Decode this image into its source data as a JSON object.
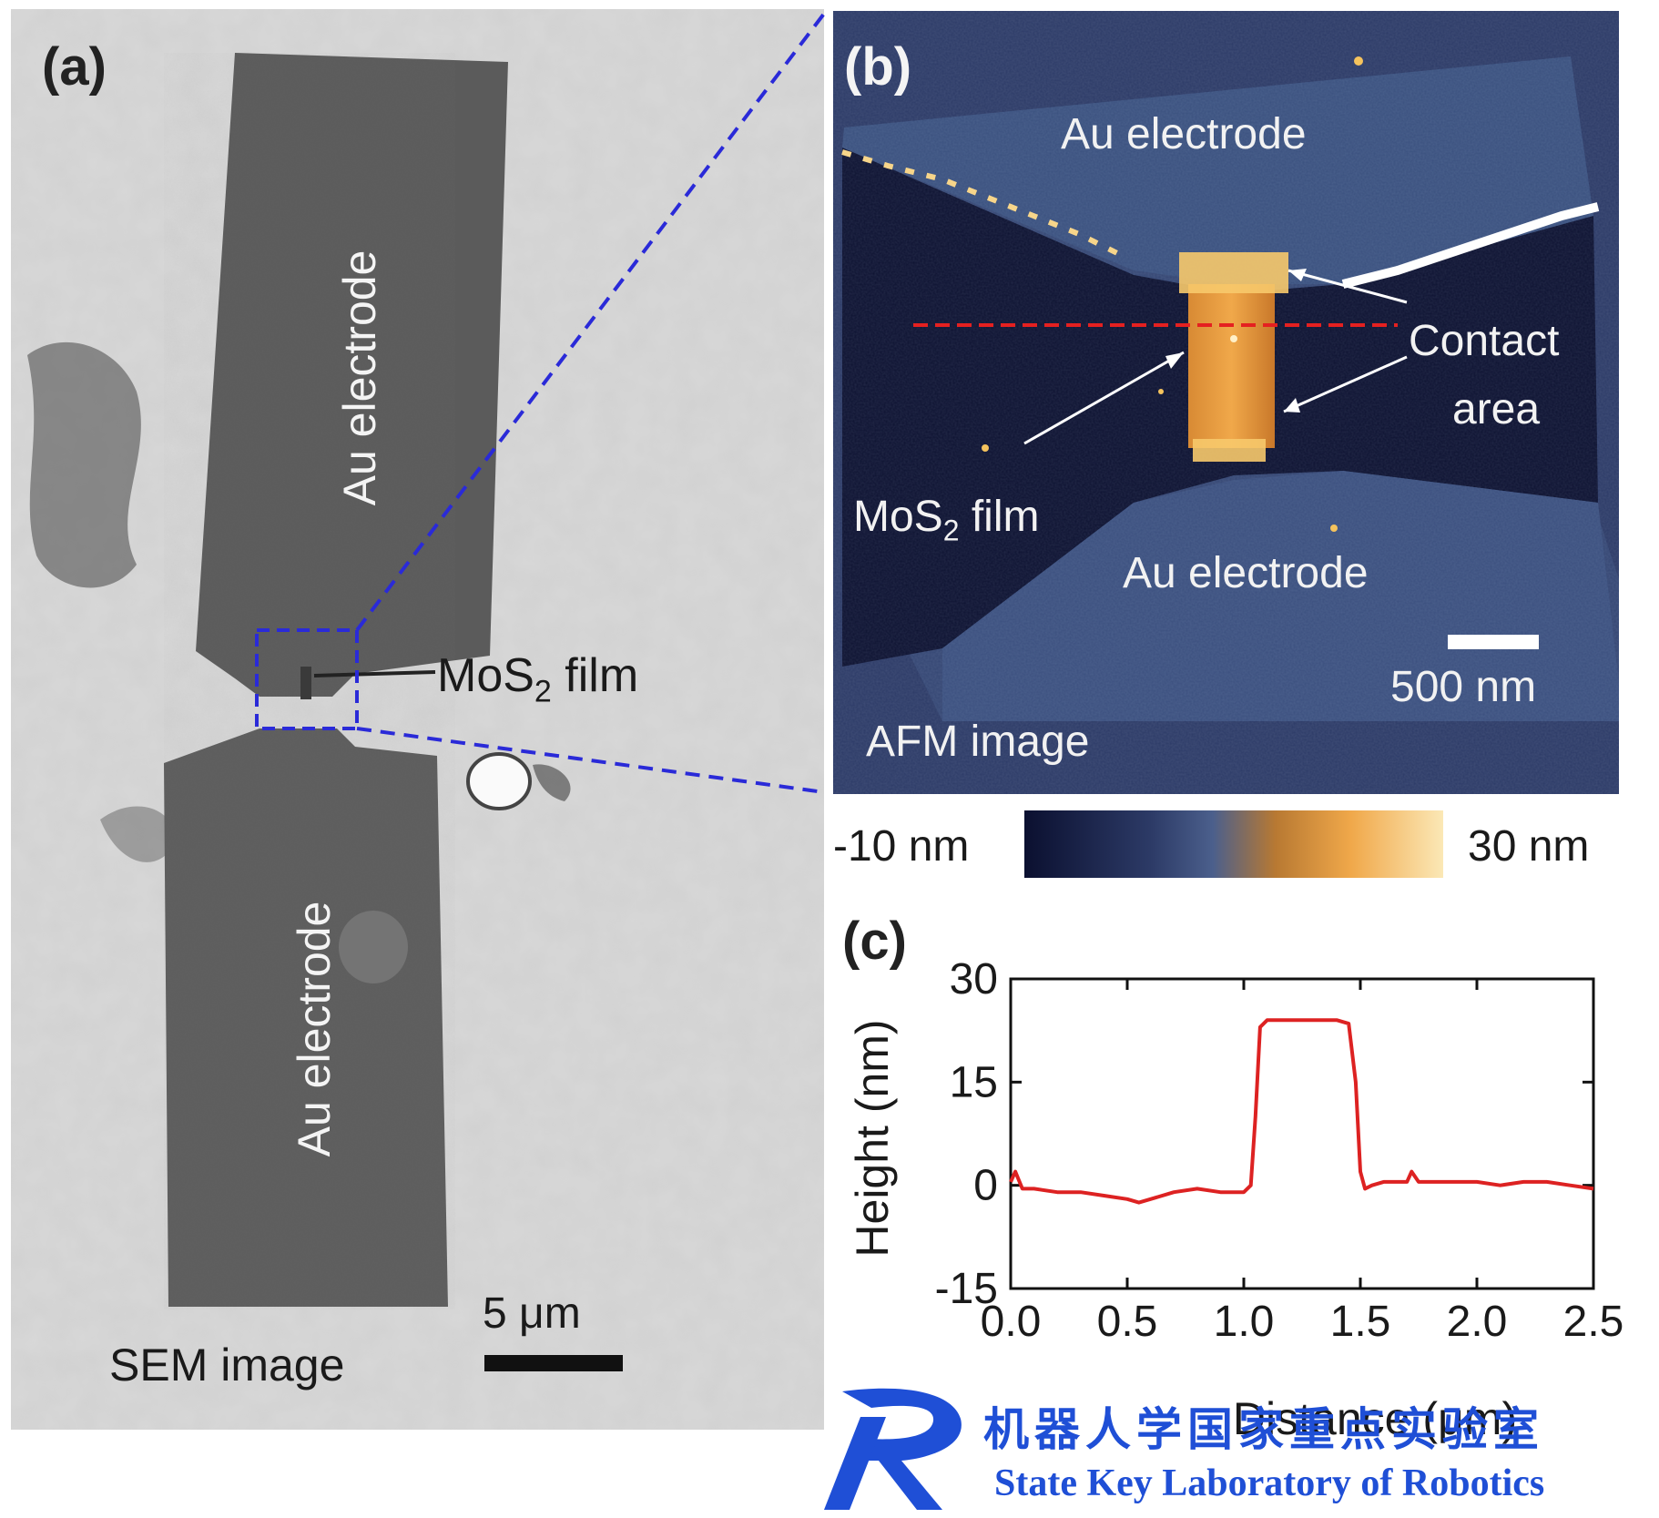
{
  "panel_a": {
    "label": "(a)",
    "electrode_top": "Au electrode",
    "electrode_bottom": "Au electrode",
    "film_label_main": "MoS",
    "film_label_sub": "2",
    "film_label_rest": " film",
    "scale_bar": "5 μm",
    "caption": "SEM image"
  },
  "panel_b": {
    "label": "(b)",
    "electrode_top": "Au electrode",
    "electrode_bottom": "Au electrode",
    "contact_line1": "Contact",
    "contact_line2": "area",
    "film_label_main": "MoS",
    "film_label_sub": "2",
    "film_label_rest": " film",
    "scale_bar": "500 nm",
    "caption": "AFM image",
    "colorbar_min": "-10 nm",
    "colorbar_max": "30 nm"
  },
  "panel_c": {
    "label": "(c)"
  },
  "colors": {
    "afm_background": "#2c3a66",
    "profile_line": "#dd2222",
    "zoom_box": "#2a2ad8",
    "logo_blue": "#1f4fd6"
  },
  "chart_data": {
    "type": "line",
    "title": "",
    "xlabel": "Distance (μm)",
    "ylabel": "Height (nm)",
    "xlim": [
      0.0,
      2.5
    ],
    "ylim": [
      -15,
      30
    ],
    "xticks": [
      "0.0",
      "0.5",
      "1.0",
      "1.5",
      "2.0",
      "2.5"
    ],
    "yticks": [
      "30",
      "15",
      "0",
      "-15"
    ],
    "grid": false,
    "series": [
      {
        "color": "#dd2222",
        "x": [
          0.0,
          0.02,
          0.05,
          0.1,
          0.2,
          0.3,
          0.4,
          0.5,
          0.55,
          0.6,
          0.7,
          0.8,
          0.9,
          1.0,
          1.03,
          1.05,
          1.07,
          1.1,
          1.2,
          1.3,
          1.4,
          1.45,
          1.48,
          1.5,
          1.52,
          1.55,
          1.6,
          1.7,
          1.72,
          1.75,
          1.8,
          1.9,
          2.0,
          2.1,
          2.2,
          2.3,
          2.4,
          2.5
        ],
        "y": [
          0.5,
          2,
          -0.5,
          -0.5,
          -1,
          -1,
          -1.5,
          -2,
          -2.5,
          -2,
          -1,
          -0.5,
          -1,
          -1,
          0,
          10,
          23,
          24,
          24,
          24,
          24,
          23.5,
          15,
          2,
          -0.5,
          0,
          0.5,
          0.5,
          2,
          0.5,
          0.5,
          0.5,
          0.5,
          0,
          0.5,
          0.5,
          0,
          -0.5
        ]
      }
    ]
  },
  "logo": {
    "chinese": "机器人学国家重点实验室",
    "english": "State Key Laboratory of Robotics"
  }
}
